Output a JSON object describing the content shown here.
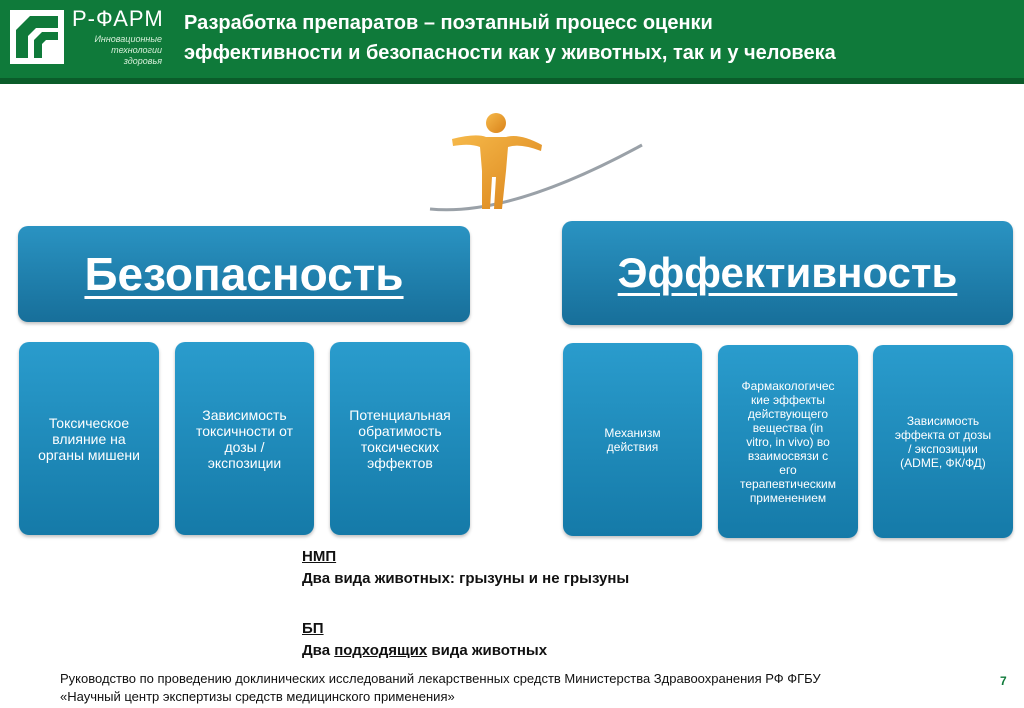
{
  "header": {
    "logo_name": "Р-ФАРМ",
    "logo_tag": "Инновационные технологии здоровья",
    "title_line1": "Разработка препаратов – поэтапный процесс  оценки",
    "title_line2": "эффективности и безопасности как у  животных,   так и у человека"
  },
  "colors": {
    "header_green": "#0f7a3a",
    "box_blue": "#1f86b5",
    "figure_orange": "#e39a1e"
  },
  "safety": {
    "title": "Безопасность",
    "items": [
      "Токсическое\nвлияние на\nорганы мишени",
      "Зависимость\nтоксичности  от\nдозы /\nэкспозиции",
      "Потенциальная\nобратимость\nтоксических\nэффектов"
    ]
  },
  "efficacy": {
    "title": "Эффективность",
    "items": [
      "Механизм\nдействия",
      "Фармакологичес\nкие эффекты\nдействующего\nвещества (in\nvitro, in vivo) во\nвзаимосвязи с\nего\nтерапевтическим\nприменением",
      "Зависимость\nэффекта от дозы\n/ экспозиции\n(ADME, ФК/ФД)"
    ]
  },
  "notes": {
    "nmp_label": "НМП",
    "nmp_text": "Два вида животных: грызуны и не грызуны",
    "bp_label": "БП",
    "bp_pre": "Два ",
    "bp_underlined": "подходящих",
    "bp_post": " вида животных"
  },
  "footer": {
    "line1": "Руководство по проведению доклинических исследований лекарственных средств Министерства Здравоохранения РФ ФГБУ",
    "line2": "«Научный центр экспертизы средств медицинского применения»"
  },
  "page_number": "7"
}
